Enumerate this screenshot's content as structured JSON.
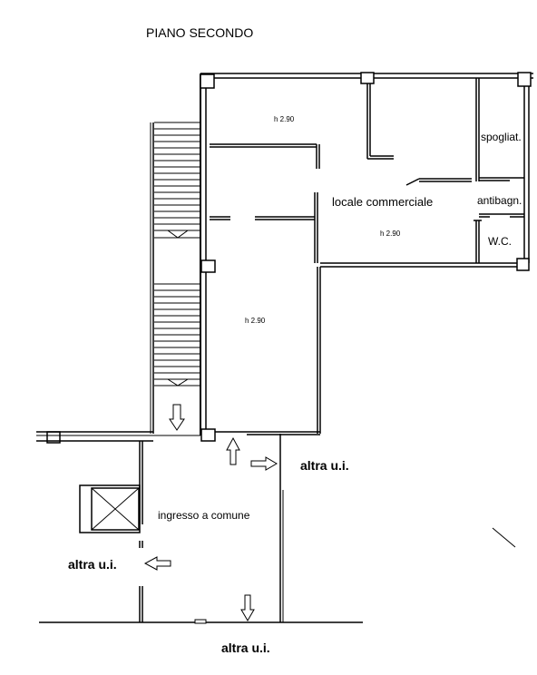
{
  "title": "PIANO SECONDO",
  "rooms": {
    "height_top": "h 2.90",
    "commerciale_label": "locale commerciale",
    "height_commerciale": "h 2.90",
    "height_left": "h 2.90",
    "spogliatoio_label": "spogliat.",
    "antibagno_label": "antibagn.",
    "wc_label": "W.C.",
    "ingresso_label": "ingresso a comune"
  },
  "neighbors": {
    "right": "altra u.i.",
    "left": "altra u.i.",
    "bottom": "altra u.i."
  }
}
